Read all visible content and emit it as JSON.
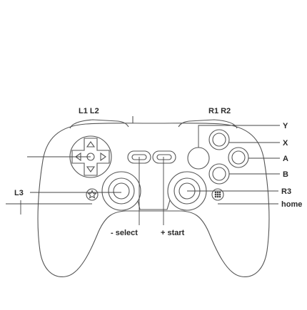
{
  "labels": {
    "l1_l2": "L1 L2",
    "r1_r2": "R1 R2",
    "y": "Y",
    "x": "X",
    "a": "A",
    "b": "B",
    "l3": "L3",
    "r3": "R3",
    "home": "home",
    "select": "- select",
    "start": "+ start"
  },
  "colors": {
    "line": "#555555",
    "text": "#2a2a2a",
    "background": "#ffffff"
  }
}
